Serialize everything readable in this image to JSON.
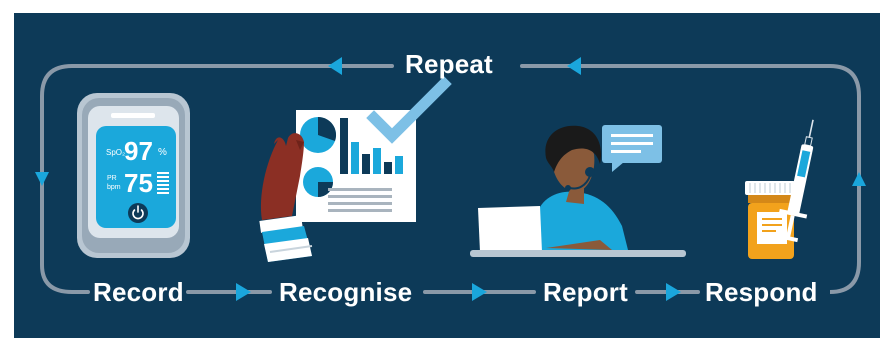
{
  "labels": {
    "repeat": "Repeat",
    "record": "Record",
    "recognise": "Recognise",
    "report": "Report",
    "respond": "Respond"
  },
  "oximeter": {
    "spo2_label": "SpO₂",
    "spo2_value": "97",
    "spo2_unit": "%",
    "pr_label_line1": "PR",
    "pr_label_line2": "bpm",
    "pr_value": "75"
  },
  "colors": {
    "background": "#0d3a58",
    "flow_line": "#8a99a8",
    "arrow": "#1aa6dc",
    "text": "#ffffff",
    "screen": "#1ba8db",
    "hand": "#8b2f24",
    "check": "#7dc0e6",
    "bottle": "#f2a21c"
  }
}
